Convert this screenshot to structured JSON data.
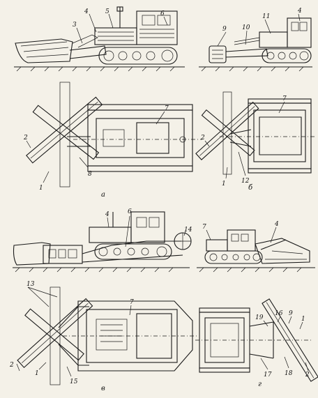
{
  "figure": {
    "panel_labels": [
      "а",
      "б",
      "в",
      "г"
    ],
    "callouts": {
      "a_side": [
        "3",
        "4",
        "5",
        "6"
      ],
      "b_side": [
        "9",
        "10",
        "11",
        "4"
      ],
      "a_plan": [
        "7",
        "2",
        "1",
        "8"
      ],
      "b_plan": [
        "7",
        "2",
        "1",
        "12"
      ],
      "v_side": [
        "4",
        "6",
        "14"
      ],
      "g_side": [
        "7",
        "4"
      ],
      "v_plan": [
        "13",
        "7",
        "2",
        "1",
        "15"
      ],
      "g_plan": [
        "19",
        "16",
        "9",
        "1",
        "2",
        "17",
        "18"
      ]
    }
  }
}
